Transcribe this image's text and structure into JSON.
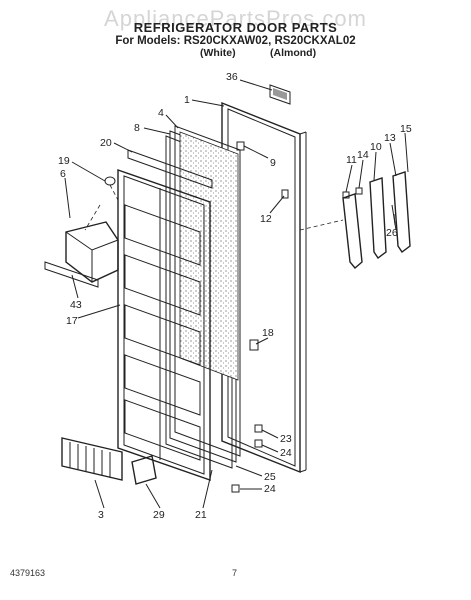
{
  "watermark": "AppliancePartsPros.com",
  "header": {
    "title": "REFRIGERATOR DOOR PARTS",
    "models": "For Models: RS20CKXAW02, RS20CKXAL02",
    "variant_white": "(White)",
    "variant_almond": "(Almond)"
  },
  "callouts": [
    {
      "id": "p36",
      "label": "36"
    },
    {
      "id": "p1",
      "label": "1"
    },
    {
      "id": "p4",
      "label": "4"
    },
    {
      "id": "p8",
      "label": "8"
    },
    {
      "id": "p20",
      "label": "20"
    },
    {
      "id": "p9",
      "label": "9"
    },
    {
      "id": "p19",
      "label": "19"
    },
    {
      "id": "p6",
      "label": "6"
    },
    {
      "id": "p11",
      "label": "11"
    },
    {
      "id": "p14",
      "label": "14"
    },
    {
      "id": "p10",
      "label": "10"
    },
    {
      "id": "p13",
      "label": "13"
    },
    {
      "id": "p15",
      "label": "15"
    },
    {
      "id": "p12",
      "label": "12"
    },
    {
      "id": "p26",
      "label": "26"
    },
    {
      "id": "p43",
      "label": "43"
    },
    {
      "id": "p17",
      "label": "17"
    },
    {
      "id": "p18",
      "label": "18"
    },
    {
      "id": "p23",
      "label": "23"
    },
    {
      "id": "p24a",
      "label": "24"
    },
    {
      "id": "p25",
      "label": "25"
    },
    {
      "id": "p24b",
      "label": "24"
    },
    {
      "id": "p3",
      "label": "3"
    },
    {
      "id": "p29",
      "label": "29"
    },
    {
      "id": "p21",
      "label": "21"
    }
  ],
  "footer": {
    "doc_number": "4379163",
    "page_number": "7"
  }
}
